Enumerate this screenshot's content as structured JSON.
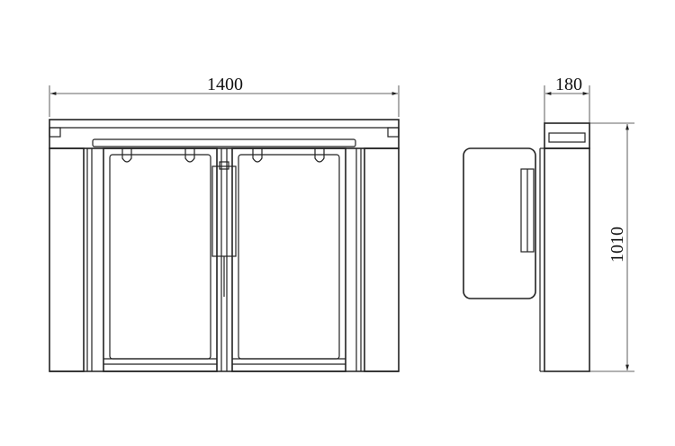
{
  "dimensions": {
    "width": "1400",
    "depth": "180",
    "height": "1010"
  }
}
